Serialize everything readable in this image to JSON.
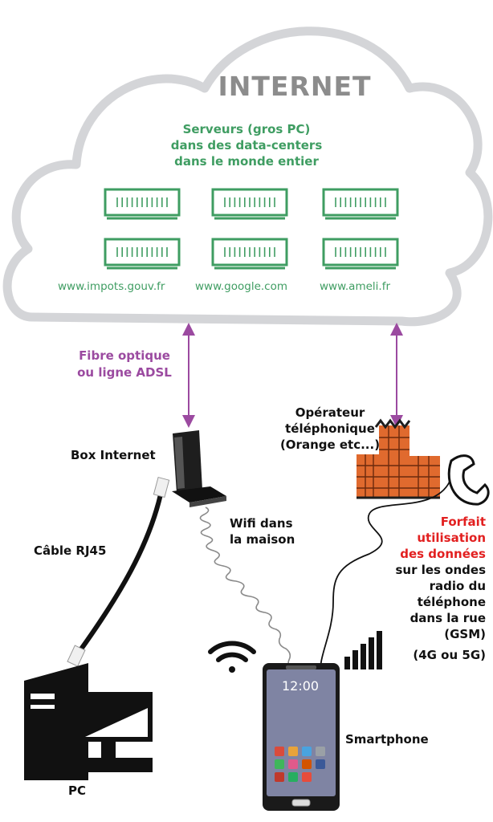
{
  "cloud": {
    "title": "INTERNET",
    "servers_label": [
      "Serveurs (gros PC)",
      "dans des data-centers",
      "dans le monde entier"
    ],
    "sites": [
      "www.impots.gouv.fr",
      "www.google.com",
      "www.ameli.fr"
    ]
  },
  "links": {
    "fiber": [
      "Fibre optique",
      "ou ligne ADSL"
    ],
    "wifi": [
      "Wifi dans",
      "la maison"
    ],
    "cable": "Câble RJ45"
  },
  "devices": {
    "box": "Box Internet",
    "pc": "PC",
    "smartphone": "Smartphone",
    "phone_time": "12:00"
  },
  "operator": [
    "Opérateur",
    "téléphonique",
    "(Orange etc...)"
  ],
  "data_plan": {
    "highlight": [
      "Forfait",
      "utilisation",
      "des données"
    ],
    "rest": [
      "sur les ondes",
      "radio du",
      "téléphone",
      "dans la rue",
      "(GSM)",
      "(4G ou 5G)"
    ]
  },
  "colors": {
    "cloud": "#d4d5d8",
    "server": "#3f9d62",
    "arrow": "#9b4aa0",
    "brick": "#e06a2e",
    "highlight": "#e22020"
  }
}
